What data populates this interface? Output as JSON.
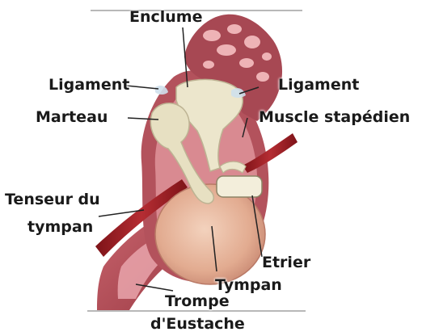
{
  "labels": {
    "enclume": "Enclume",
    "ligament_left": "Ligament",
    "ligament_right": "Ligament",
    "marteau": "Marteau",
    "muscle_stapedien": "Muscle stapédien",
    "tenseur_line1": "Tenseur du",
    "tenseur_line2": "tympan",
    "etrier": "Etrier",
    "tympan": "Tympan",
    "trompe_line1": "Trompe",
    "trompe_line2": "d'Eustache"
  },
  "colors": {
    "tissue": "#a5464f",
    "tissue_light": "#d7858d",
    "tissue_highlight": "#eeb3b6",
    "bone": "#ece6cc",
    "bone_shadow": "#bdb393",
    "eardrum": "#e8b79b",
    "muscle": "#9a1f25",
    "leader_line": "#222222"
  }
}
